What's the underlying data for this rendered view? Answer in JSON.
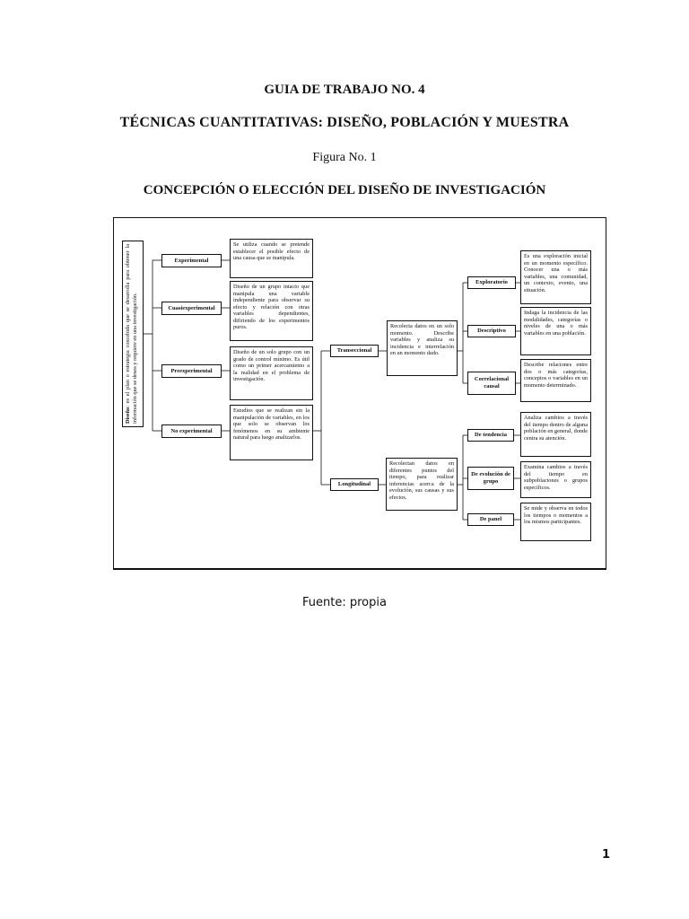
{
  "page": {
    "title1": "GUIA DE TRABAJO NO. 4",
    "title2": "TÉCNICAS CUANTITATIVAS: DISEÑO, POBLACIÓN Y MUESTRA",
    "figure_number": "Figura No. 1",
    "title3": "CONCEPCIÓN O ELECCIÓN DEL DISEÑO DE INVESTIGACIÓN",
    "source": "Fuente: propia",
    "page_number": "1"
  },
  "diagram": {
    "root": {
      "term": "Diseño",
      "definition": ": es el plan o estrategia concebida que se desarrolla para obtener la información que se desea y requiere en una investigación."
    },
    "design_types": [
      {
        "label": "Experimental",
        "desc": "Se utiliza cuando se pretende establecer el posible efecto de una causa que se manipula."
      },
      {
        "label": "Cuasiexperimental",
        "desc": "Diseño de un grupo intacto que manipula una variable independiente para observar su efecto y relación con otras variables dependientes, difiriendo de los experimentos puros."
      },
      {
        "label": "Preexperimental",
        "desc": "Diseño de un solo grupo con un grado de control mínimo. Es útil como un primer acercamiento a la realidad en el problema de investigación."
      },
      {
        "label": "No experimental",
        "desc": "Estudios que se realizan sin la manipulación de variables, en los que solo se observan los fenómenos en su ambiente natural para luego analizarlos."
      }
    ],
    "time_types": [
      {
        "label": "Transeccional",
        "desc": "Recolecta datos en un solo momento. Describe variables y analiza su incidencia e interrelación en un momento dado.",
        "subtypes": [
          {
            "label": "Exploratorio",
            "desc": "Es una exploración inicial en un momento específico. Conocer una o más variables, una comunidad, un contexto, evento, una situación."
          },
          {
            "label": "Descriptivo",
            "desc": "Indaga la incidencia de las modalidades, categorías o niveles de una o más variables en una población."
          },
          {
            "label": "Correlacional causal",
            "desc": "Describe relaciones entre dos o más categorías, conceptos o variables en un momento determinado."
          }
        ]
      },
      {
        "label": "Longitudinal",
        "desc": "Recolectan datos en diferentes puntos del tiempo, para realizar inferencias acerca de la evolución, sus causas y sus efectos.",
        "subtypes": [
          {
            "label": "De tendencia",
            "desc": "Analiza cambios a través del tiempo dentro de alguna población en general, donde centra su atención."
          },
          {
            "label": "De evolución de grupo",
            "desc": "Examina cambios a través del tiempo en subpoblaciones o grupos específicos."
          },
          {
            "label": "De panel",
            "desc": "Se mide y observa en todos los tiempos o momentos a los mismos participantes."
          }
        ]
      }
    ]
  }
}
